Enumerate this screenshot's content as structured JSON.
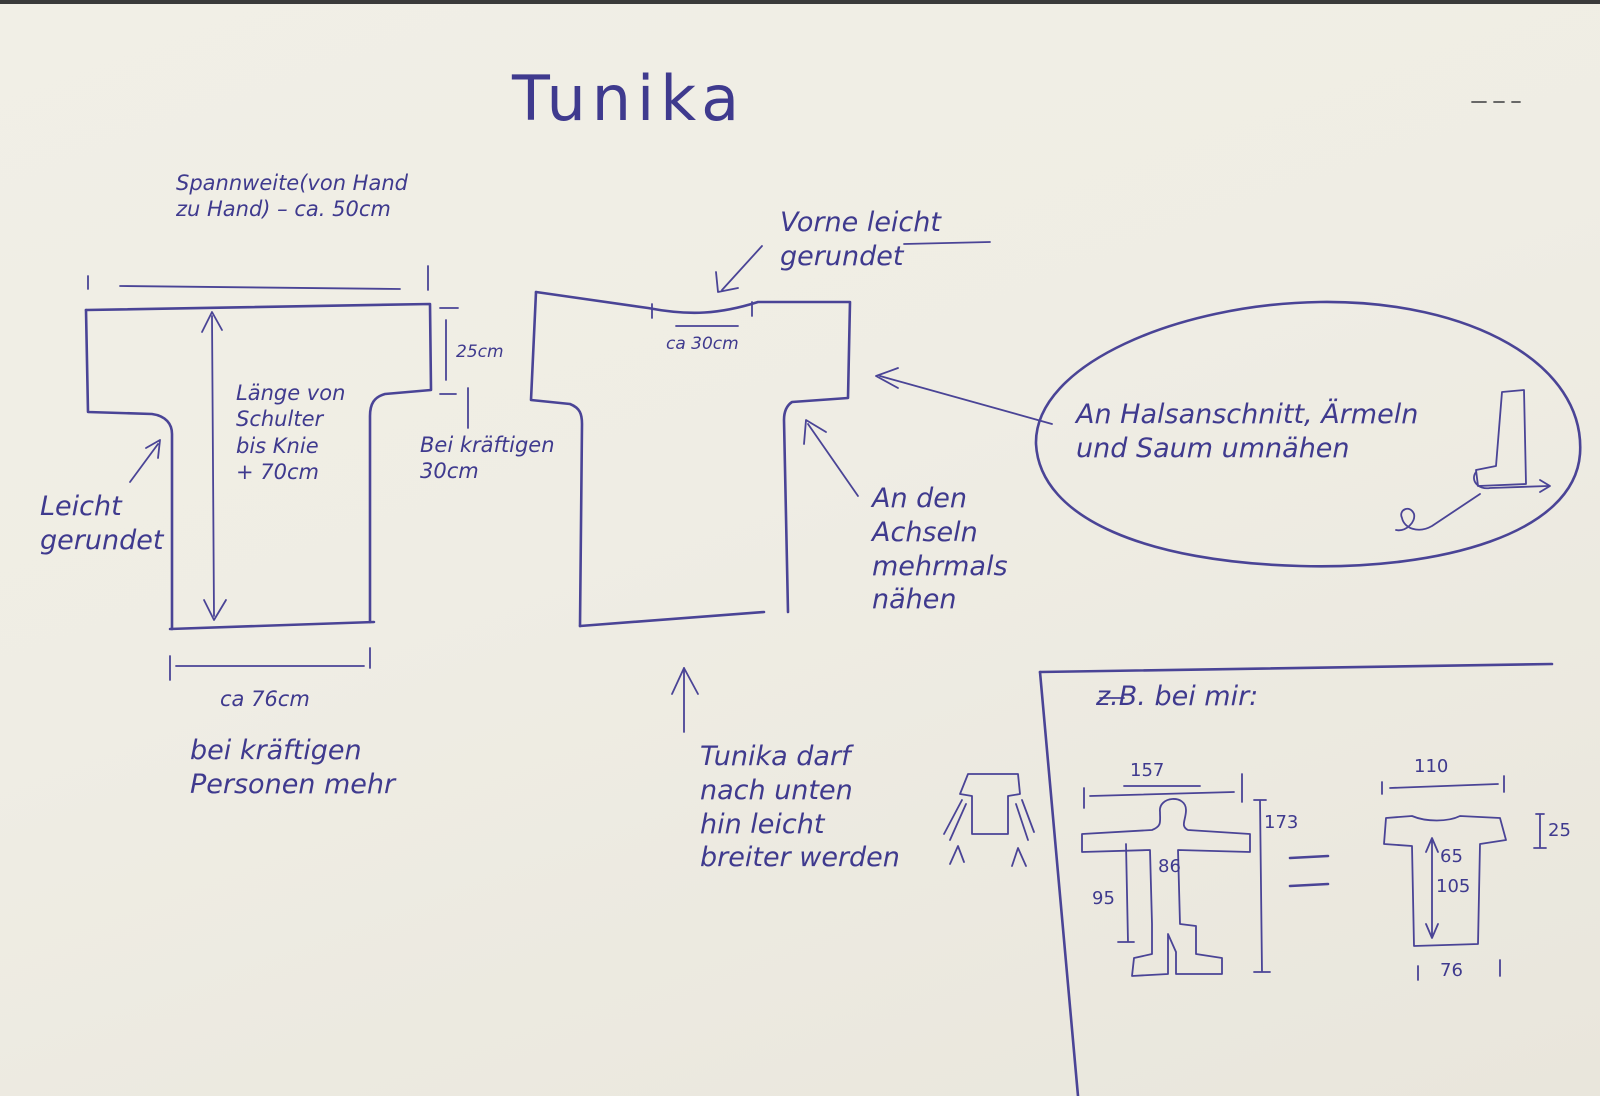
{
  "title": "Tunika",
  "colors": {
    "ink": "#4a4496",
    "paper": "#f1efe6"
  },
  "left_pattern": {
    "span_label": "Spannweite(von Hand\nzu Hand) – ca. 50cm",
    "length_label": "Länge von\nSchulter\nbis Knie\n+ 70cm",
    "sleeve_height": "25cm",
    "strong_people_sleeve": "Bei kräftigen\n30cm",
    "rounded_note": "Leicht\ngerundet",
    "width_label": "ca 76cm",
    "width_note": "bei kräftigen\nPersonen mehr"
  },
  "right_pattern": {
    "front_note": "Vorne leicht\ngerundet",
    "neck_width": "ca 30cm",
    "armpit_note": "An den\nAchseln\nmehrmals\nnähen",
    "widening_note": "Tunika darf\nnach unten\nhin leicht\nbreiter werden"
  },
  "bubble": {
    "text": "An Halsanschnitt, Ärmeln\nund Saum umnähen"
  },
  "example": {
    "heading": "z.B. bei mir:",
    "arm_span": "157",
    "body_height": "173",
    "waist": "86",
    "leg": "95",
    "tunic_span": "110",
    "tunic_sleeve": "25",
    "tunic_chest": "65",
    "tunic_length": "105",
    "tunic_hem": "76"
  }
}
